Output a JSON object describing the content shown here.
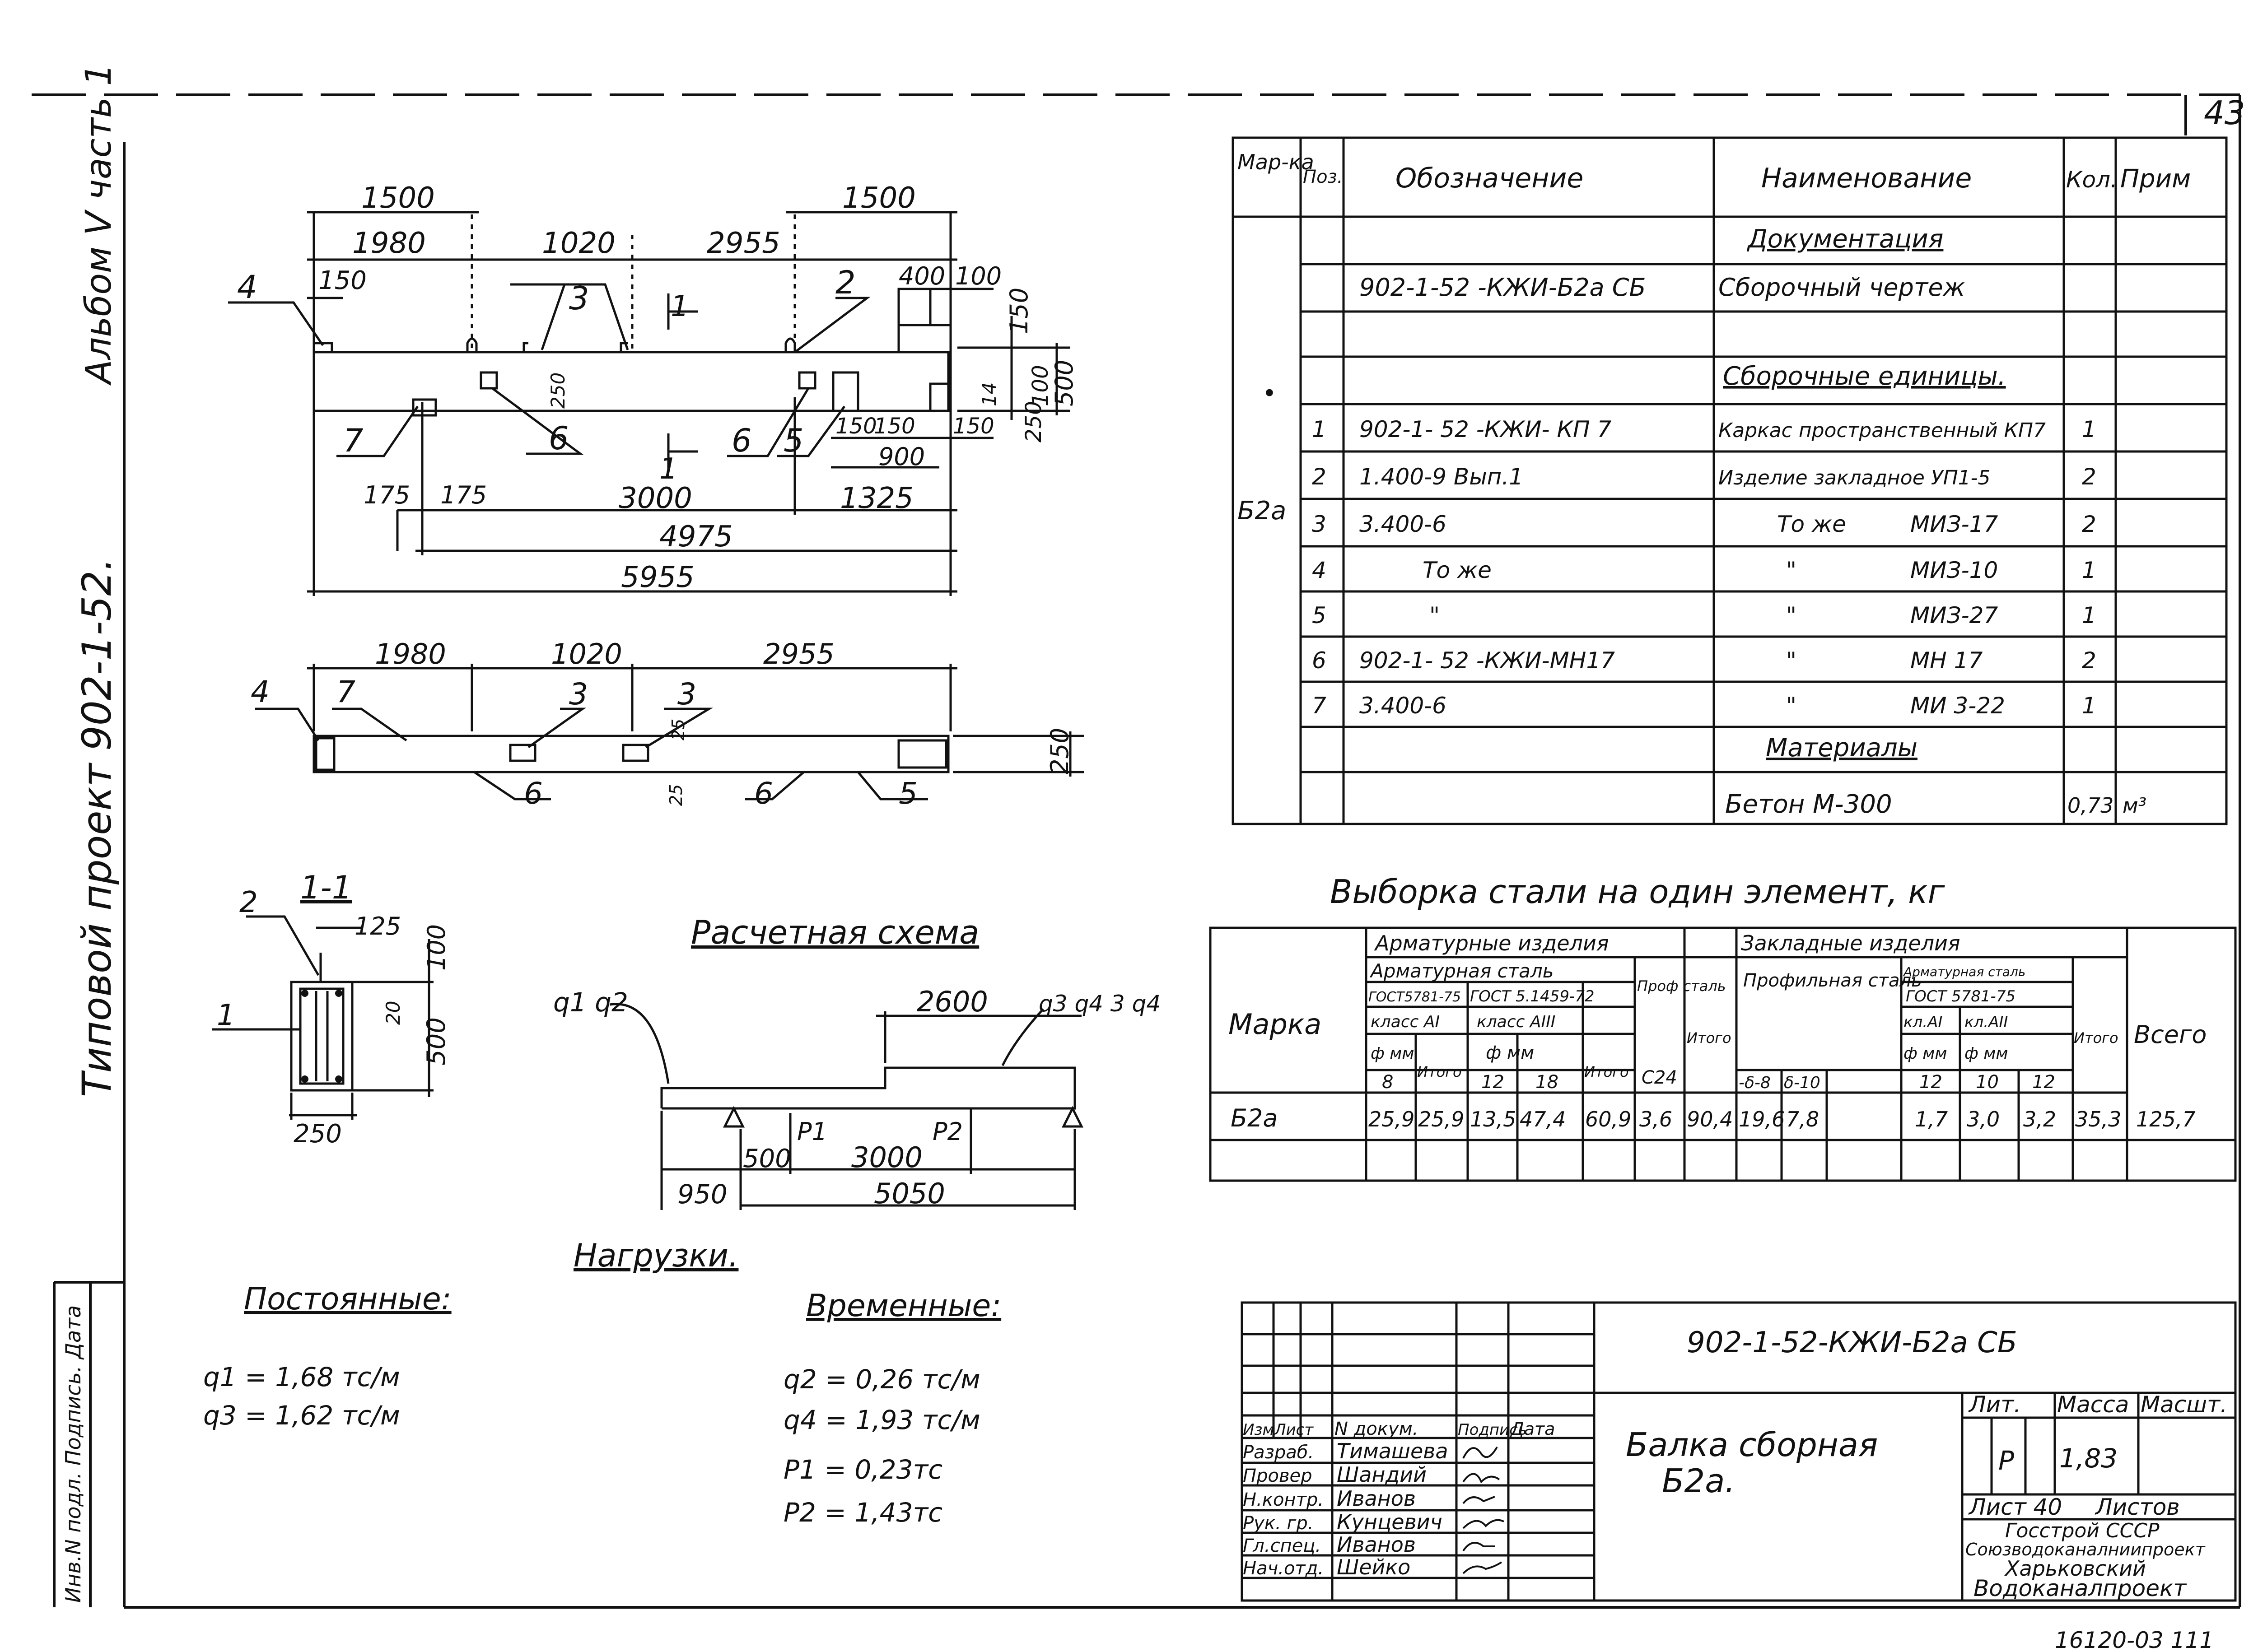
{
  "page_number": "43",
  "side_title": "Типовой проект 902-1-52.",
  "side_album": "Альбом V часть 1",
  "side_stamp": "Инв.N подл. Подпись. Дата",
  "spec": {
    "headers": {
      "mark": "Мар-ка",
      "pos": "Поз.",
      "designation": "Обозначение",
      "name": "Наименование",
      "qty": "Кол.",
      "note": "Прим"
    },
    "mark_value": "Б2а",
    "bullet": "•",
    "section_documents": "Документация",
    "doc_row": {
      "designation": "902-1-52 -КЖИ-Б2а СБ",
      "name": "Сборочный чертеж"
    },
    "section_units": "Сборочные единицы.",
    "rows": [
      {
        "pos": "1",
        "designation": "902-1- 52 -КЖИ- КП 7",
        "name_a": "Каркас пространственный КП7",
        "name_b": "",
        "qty": "1"
      },
      {
        "pos": "2",
        "designation": "1.400-9       Вып.1",
        "name_a": "Изделие закладное УП1-5",
        "name_b": "",
        "qty": "2"
      },
      {
        "pos": "3",
        "designation": "3.400-6",
        "name_a": "То же",
        "name_b": "МИЗ-17",
        "qty": "2"
      },
      {
        "pos": "4",
        "designation": "То же",
        "name_a": "\"",
        "name_b": "МИЗ-10",
        "qty": "1"
      },
      {
        "pos": "5",
        "designation": "\"",
        "name_a": "\"",
        "name_b": "МИЗ-27",
        "qty": "1"
      },
      {
        "pos": "6",
        "designation": "902-1- 52 -КЖИ-МН17",
        "name_a": "\"",
        "name_b": "МН 17",
        "qty": "2"
      },
      {
        "pos": "7",
        "designation": "3.400-6",
        "name_a": "\"",
        "name_b": "МИ 3-22",
        "qty": "1"
      }
    ],
    "section_materials": "Материалы",
    "material": {
      "name": "Бетон М-300",
      "qty": "0,73",
      "note": "м³"
    }
  },
  "steel": {
    "title": "Выборка стали на один элемент, кг",
    "h_mark": "Марка",
    "h_rebar_products": "Арматурные изделия",
    "h_rebar_steel": "Арматурная сталь",
    "h_gost1": "ГОСТ5781-75",
    "h_gost2": "ГОСТ 5.1459-72",
    "h_class1": "класс АI",
    "h_class2": "класс АIII",
    "h_fmm": "ф мм",
    "h_itogo": "Итого",
    "h_prof": "Проф сталь",
    "h_c24": "С24",
    "h_embedded": "Закладные изделия",
    "h_prof_steel": "Профильная сталь",
    "h_d8": "-δ-8",
    "h_d10": "δ-10",
    "h_rebar_steel2": "Арматурная сталь",
    "h_gost3": "ГОСТ 5781-75",
    "h_cl1": "кл.АI",
    "h_cl2": "кл.АII",
    "h_total": "Всего",
    "d8": "8",
    "d12": "12",
    "d18": "18",
    "e12": "12",
    "e10": "10",
    "e12b": "12",
    "row": {
      "mark": "Б2а",
      "v": [
        "25,9",
        "25,9",
        "13,5",
        "47,4",
        "60,9",
        "3,6",
        "90,4",
        "19,6",
        "7,8",
        "",
        "1,7",
        "3,0",
        "3,2",
        "35,3",
        "125,7"
      ]
    }
  },
  "calc": {
    "title": "Расчетная схема",
    "q12": "q1 q2",
    "q34": "q3 q4 3 q4",
    "p1": "P1",
    "p2": "P2",
    "d2600": "2600",
    "d500": "500",
    "d3000": "3000",
    "d950": "950",
    "d5050": "5050"
  },
  "loads": {
    "title": "Нагрузки.",
    "perm_title": "Постоянные:",
    "temp_title": "Временные:",
    "perm": [
      "q1 = 1,68 тс/м",
      "q3 = 1,62 тс/м"
    ],
    "temp": [
      "q2 = 0,26 тс/м",
      "q4 = 1,93 тс/м",
      "P1 = 0,23тс",
      "P2 = 1,43тс"
    ]
  },
  "dims_top": {
    "d1500a": "1500",
    "d1500b": "1500",
    "d1980": "1980",
    "d1020": "1020",
    "d2955": "2955",
    "d150": "150",
    "d400": "400",
    "d100": "100",
    "d150v": "150",
    "d500v": "500",
    "d250v": "250",
    "d100v": "100",
    "d14": "14",
    "d150b": "150",
    "d150c": "150",
    "d150d": "150",
    "d900": "900",
    "d175a": "175",
    "d175b": "175",
    "d3000": "3000",
    "d1325": "1325",
    "d4975": "4975",
    "d5955": "5955",
    "d250": "250",
    "sec": "1"
  },
  "dims_plan": {
    "d1980": "1980",
    "d1020": "1020",
    "d2955": "2955",
    "d250": "250",
    "d25a": "25",
    "d25b": "25"
  },
  "section": {
    "title": "1-1",
    "d125": "125",
    "d100": "100",
    "d20": "20",
    "d500": "500",
    "d250": "250"
  },
  "callouts": {
    "c1": "1",
    "c2": "2",
    "c3": "3",
    "c4": "4",
    "c5": "5",
    "c6": "6",
    "c7": "7"
  },
  "titleblock": {
    "code": "902-1-52-КЖИ-Б2а СБ",
    "name_line1": "Балка сборная",
    "name_line2": "Б2а.",
    "h_izm": "Изм",
    "h_list": "Лист",
    "h_doc": "N докум.",
    "h_sign": "Подпись",
    "h_date": "Дата",
    "roles": [
      "Разраб.",
      "Провер",
      "Н.контр.",
      "Рук. гр.",
      "Гл.спец.",
      "Нач.отд."
    ],
    "people": [
      "Тимашева",
      "Шандий",
      "Иванов",
      "Кунцевич",
      "Иванов",
      "Шейко"
    ],
    "lit_h": "Лит.",
    "mass_h": "Масса",
    "scale_h": "Масшт.",
    "lit": "Р",
    "mass": "1,83",
    "sheet": "Лист 40",
    "sheets": "Листов",
    "org1": "Госстрой СССР",
    "org2": "Союзводоканалниипроект",
    "org3": "Харьковский",
    "org4": "Водоканалпроект"
  },
  "footer_code": "16120-03   111"
}
